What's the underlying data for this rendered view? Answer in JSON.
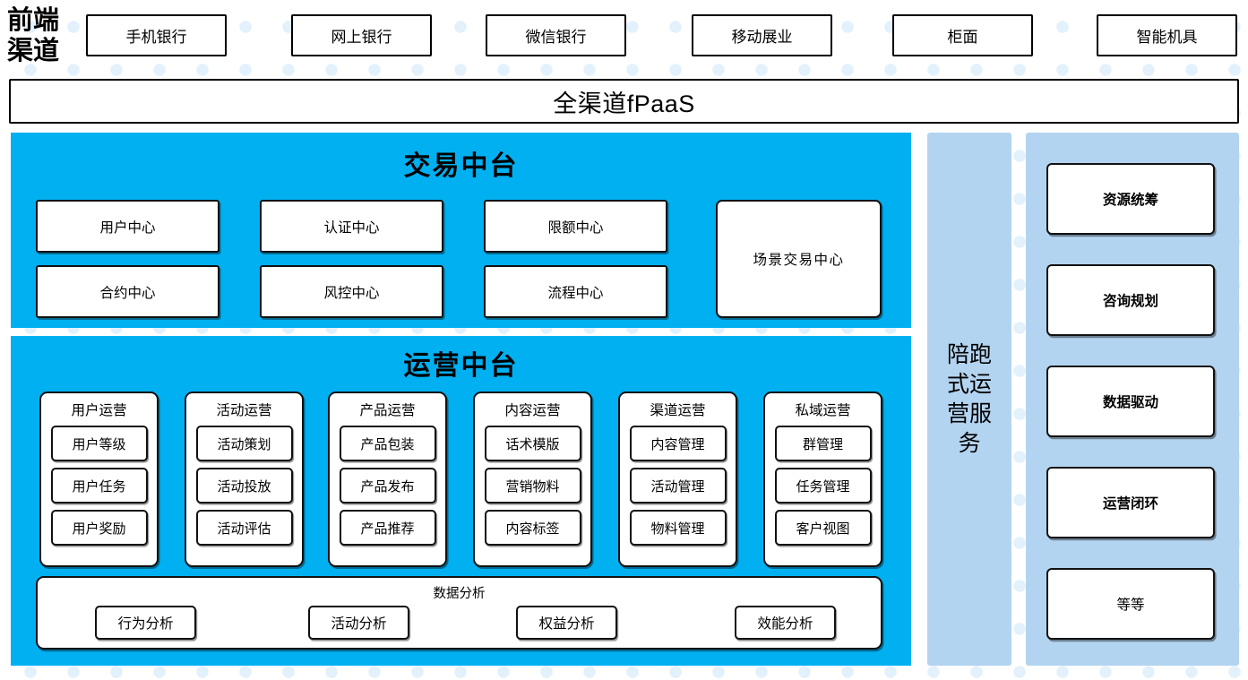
{
  "front_channel": {
    "label": "前端\n渠道",
    "label_line1": "前端",
    "label_line2": "渠道",
    "channels": [
      {
        "name": "mobile-banking",
        "label": "手机银行"
      },
      {
        "name": "online-banking",
        "label": "网上银行"
      },
      {
        "name": "wechat-banking",
        "label": "微信银行"
      },
      {
        "name": "mobile-outreach",
        "label": "移动展业"
      },
      {
        "name": "counter",
        "label": "柜面"
      },
      {
        "name": "smart-machine",
        "label": "智能机具"
      }
    ]
  },
  "fpaas": {
    "label": "全渠道fPaaS"
  },
  "transaction_platform": {
    "title": "交易中台",
    "boxes_row1": [
      {
        "name": "user-center",
        "label": "用户中心"
      },
      {
        "name": "auth-center",
        "label": "认证中心"
      },
      {
        "name": "limit-center",
        "label": "限额中心"
      }
    ],
    "boxes_row2": [
      {
        "name": "contract-center",
        "label": "合约中心"
      },
      {
        "name": "risk-center",
        "label": "风控中心"
      },
      {
        "name": "process-center",
        "label": "流程中心"
      }
    ],
    "tall_box": {
      "name": "scenario-trade-center",
      "label": "场景交易中心"
    }
  },
  "operations_platform": {
    "title": "运营中台",
    "columns": [
      {
        "name": "user-operations",
        "title": "用户运营",
        "items": [
          "用户等级",
          "用户任务",
          "用户奖励"
        ]
      },
      {
        "name": "campaign-operations",
        "title": "活动运营",
        "items": [
          "活动策划",
          "活动投放",
          "活动评估"
        ]
      },
      {
        "name": "product-operations",
        "title": "产品运营",
        "items": [
          "产品包装",
          "产品发布",
          "产品推荐"
        ]
      },
      {
        "name": "content-operations",
        "title": "内容运营",
        "items": [
          "话术模版",
          "营销物料",
          "内容标签"
        ]
      },
      {
        "name": "channel-operations",
        "title": "渠道运营",
        "items": [
          "内容管理",
          "活动管理",
          "物料管理"
        ]
      },
      {
        "name": "private-domain-operations",
        "title": "私域运营",
        "items": [
          "群管理",
          "任务管理",
          "客户视图"
        ]
      }
    ],
    "data_analysis": {
      "title": "数据分析",
      "items": [
        {
          "name": "behavior-analysis",
          "label": "行为分析"
        },
        {
          "name": "campaign-analysis",
          "label": "活动分析"
        },
        {
          "name": "benefit-analysis",
          "label": "权益分析"
        },
        {
          "name": "efficiency-analysis",
          "label": "效能分析"
        }
      ]
    }
  },
  "companion_service": {
    "label": "陪跑式运营服务",
    "services": [
      {
        "name": "resource-coordination",
        "label": "资源统筹",
        "bold": true
      },
      {
        "name": "consulting-planning",
        "label": "咨询规划",
        "bold": true
      },
      {
        "name": "data-driven",
        "label": "数据驱动",
        "bold": true
      },
      {
        "name": "operations-closed-loop",
        "label": "运营闭环",
        "bold": true
      },
      {
        "name": "etcetera",
        "label": "等等",
        "bold": false
      }
    ]
  },
  "colors": {
    "cyan": "#00b0f0",
    "light_blue": "#b3d4f0",
    "dot_blue": "#e2f1fc",
    "border": "#111111",
    "background": "#ffffff"
  }
}
